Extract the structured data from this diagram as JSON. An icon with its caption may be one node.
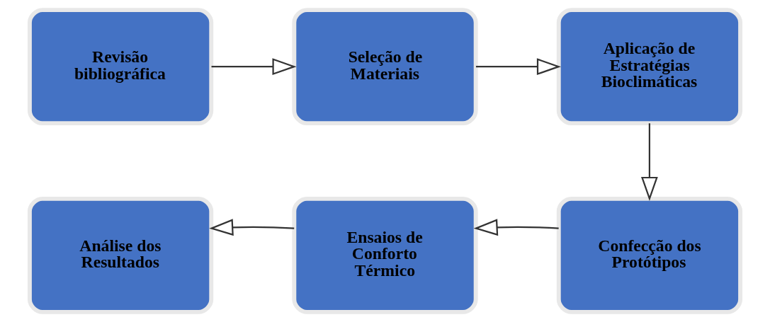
{
  "diagram": {
    "nodes": [
      {
        "text": [
          "Revisão bibliográfica"
        ]
      },
      {
        "text": [
          "Seleção de Materiais"
        ]
      },
      {
        "text": [
          "Aplicação de Estratégias Bioclimáticas"
        ]
      },
      {
        "text": [
          "Confecção dos Protótipos"
        ]
      },
      {
        "text": [
          "Ensaios de Conforto Térmico"
        ]
      },
      {
        "text": [
          "Análise dos Resultados"
        ]
      }
    ],
    "edges": [
      {
        "from": 0,
        "to": 1,
        "arrow": "to"
      },
      {
        "from": 1,
        "to": 2,
        "arrow": "to"
      },
      {
        "from": 2,
        "to": 3,
        "arrow": "to"
      },
      {
        "from": 3,
        "to": 4,
        "arrow": "to"
      },
      {
        "from": 4,
        "to": 5,
        "arrow": "to"
      }
    ]
  }
}
